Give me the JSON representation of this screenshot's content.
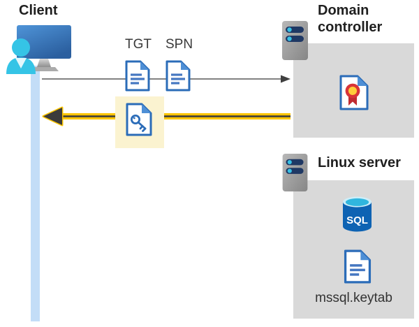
{
  "client": {
    "title": "Client"
  },
  "flow": {
    "tgt_label": "TGT",
    "spn_label": "SPN"
  },
  "domain_controller": {
    "title": "Domain controller"
  },
  "linux_server": {
    "title": "Linux server",
    "database_label": "SQL",
    "keytab_label": "mssql.keytab"
  },
  "colors": {
    "accent_yellow": "#fdc500",
    "arrow_dark": "#3b3b3b",
    "request_gray": "#595959",
    "box_gray": "#d9d9d9",
    "highlight_yellow": "#fbf3d0",
    "doc_blue": "#2b6cb8",
    "fold_blue": "#4e8fd6",
    "lifeline_blue": "#c3ddf7",
    "server_navy": "#1f3864",
    "server_cyan": "#37c0e4",
    "sql_blue": "#0e63b3",
    "cert_red": "#d93438",
    "cert_yellow": "#ffce3a"
  }
}
